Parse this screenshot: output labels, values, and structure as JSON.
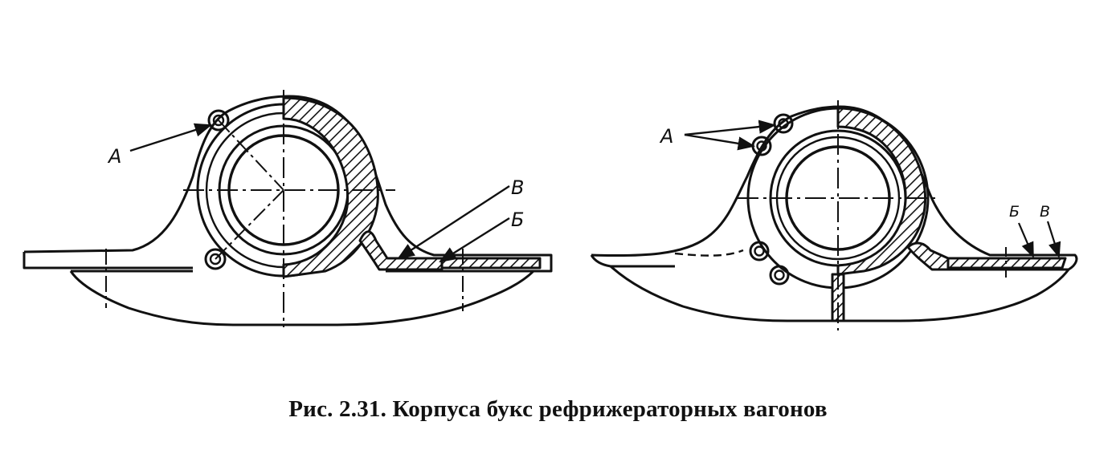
{
  "caption": "Рис. 2.31. Корпуса букс рефрижераторных вагонов",
  "left_view": {
    "label_a": "A",
    "label_v": "B",
    "label_b": "Б"
  },
  "right_view": {
    "label_a": "A",
    "label_b": "Б",
    "label_v": "B"
  }
}
